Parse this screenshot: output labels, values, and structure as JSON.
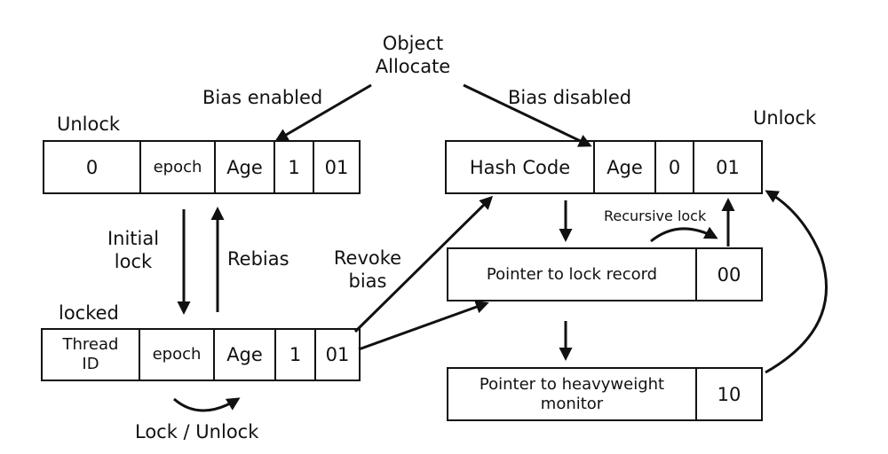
{
  "labels": {
    "object_allocate_l1": "Object",
    "object_allocate_l2": "Allocate",
    "bias_enabled": "Bias enabled",
    "bias_disabled": "Bias disabled",
    "unlock_left": "Unlock",
    "unlock_right": "Unlock",
    "initial_lock_l1": "Initial",
    "initial_lock_l2": "lock",
    "rebias": "Rebias",
    "revoke_bias_l1": "Revoke",
    "revoke_bias_l2": "bias",
    "locked": "locked",
    "lock_unlock": "Lock / Unlock",
    "recursive_lock": "Recursive lock"
  },
  "biased_unlocked_word": {
    "fields": [
      "0",
      "epoch",
      "Age",
      "1",
      "01"
    ]
  },
  "biased_locked_word": {
    "thread_id_l1": "Thread",
    "thread_id_l2": "ID",
    "fields": [
      "epoch",
      "Age",
      "1",
      "01"
    ]
  },
  "unbiased_unlocked_word": {
    "fields": [
      "Hash Code",
      "Age",
      "0",
      "01"
    ]
  },
  "lightweight_word": {
    "fields": [
      "Pointer to lock record",
      "00"
    ]
  },
  "heavyweight_word": {
    "pointer_l1": "Pointer to heavyweight",
    "pointer_l2": "monitor",
    "tag": "10"
  }
}
